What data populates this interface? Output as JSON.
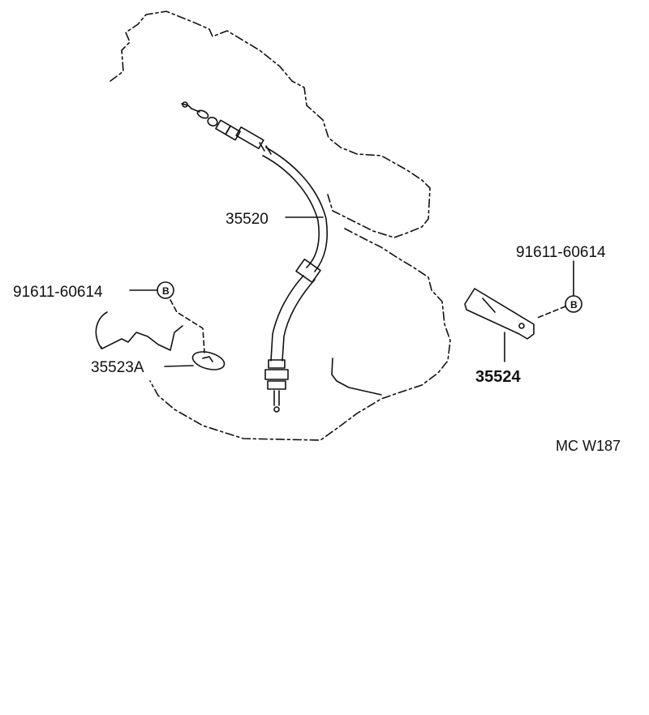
{
  "labels": {
    "cable_part": "35520",
    "bolt_left": "91611-60614",
    "clamp_part": "35523A",
    "bolt_right": "91611-60614",
    "bracket_part": "35524",
    "ref_code": "MC W187"
  },
  "markers": {
    "left_letter": "B",
    "right_letter": "B"
  },
  "colors": {
    "line": "#111111",
    "background": "#ffffff"
  }
}
